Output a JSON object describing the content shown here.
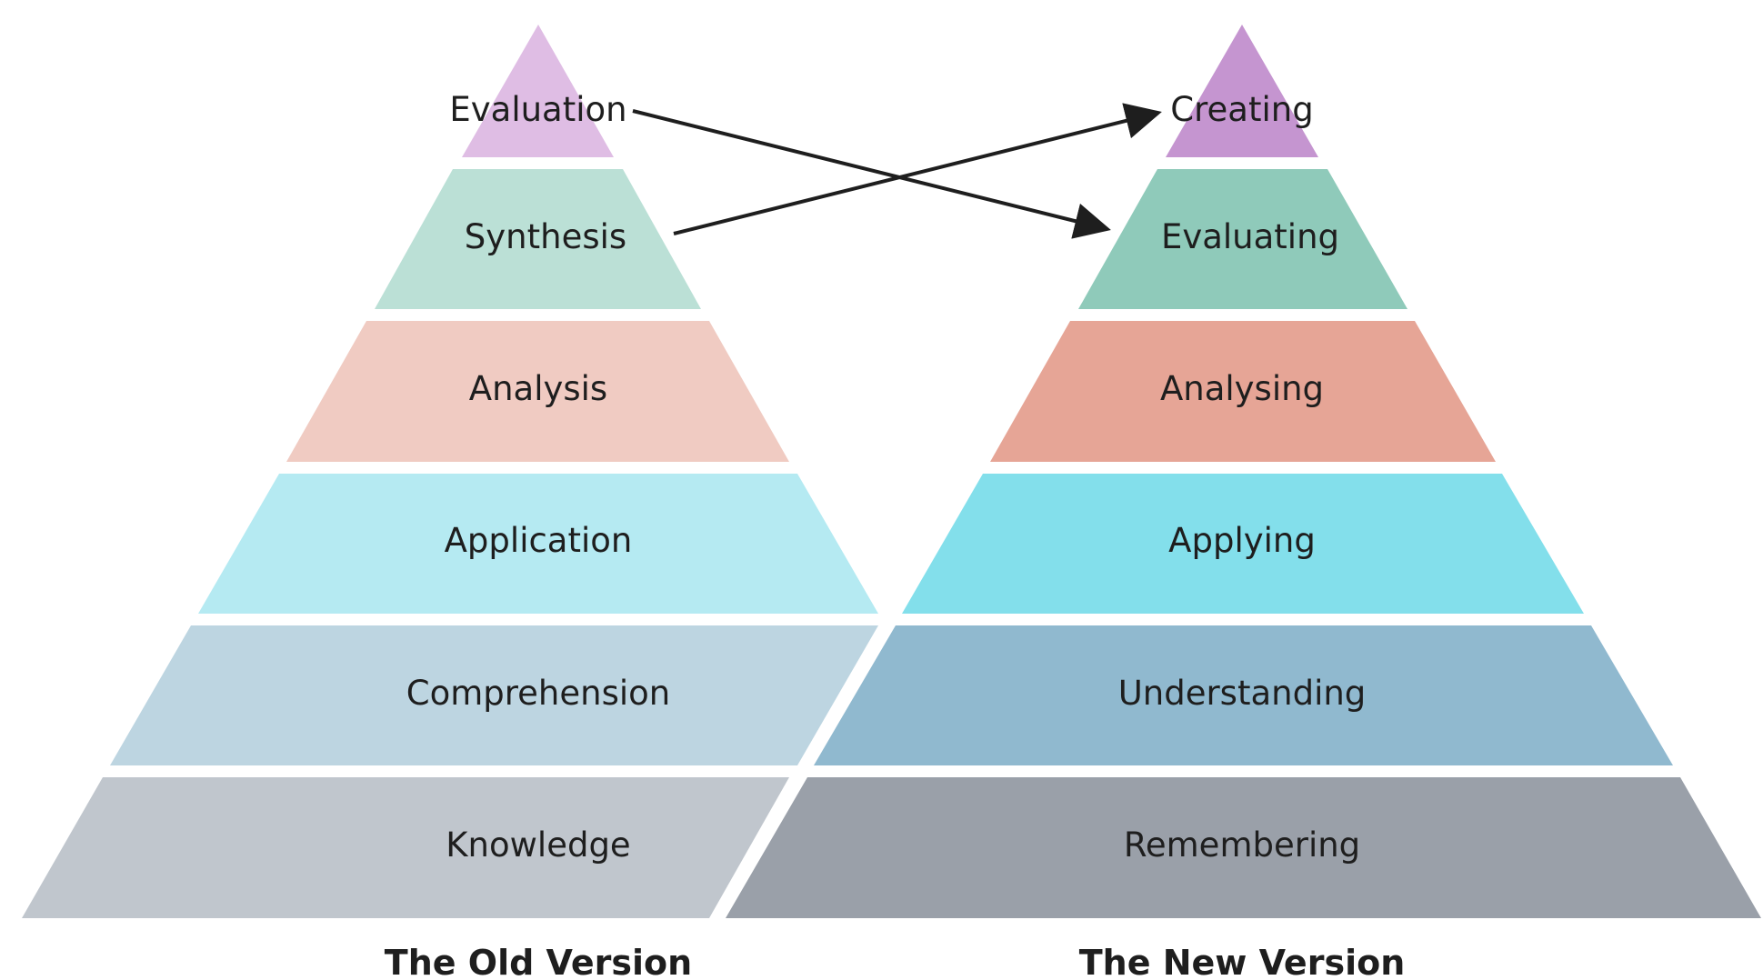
{
  "old_pyramid": {
    "caption": "The Old Version",
    "tiers": [
      {
        "label": "Evaluation",
        "color": "#dfbde4"
      },
      {
        "label": "Synthesis",
        "color": "#bbe0d6"
      },
      {
        "label": "Analysis",
        "color": "#f0cbc2"
      },
      {
        "label": "Application",
        "color": "#b5eaf2"
      },
      {
        "label": "Comprehension",
        "color": "#bdd5e1"
      },
      {
        "label": "Knowledge",
        "color": "#c0c6cd"
      }
    ]
  },
  "new_pyramid": {
    "caption": "The New Version",
    "tiers": [
      {
        "label": "Creating",
        "color": "#c595d0"
      },
      {
        "label": "Evaluating",
        "color": "#8fcaba"
      },
      {
        "label": "Analysing",
        "color": "#e6a596"
      },
      {
        "label": "Applying",
        "color": "#83dfeb"
      },
      {
        "label": "Understanding",
        "color": "#90b9cf"
      },
      {
        "label": "Remembering",
        "color": "#9aa0a9"
      }
    ]
  },
  "arrows": [
    {
      "from": "Evaluation",
      "to": "Evaluating"
    },
    {
      "from": "Synthesis",
      "to": "Creating"
    }
  ],
  "arrow_color": "#1e1e1e"
}
